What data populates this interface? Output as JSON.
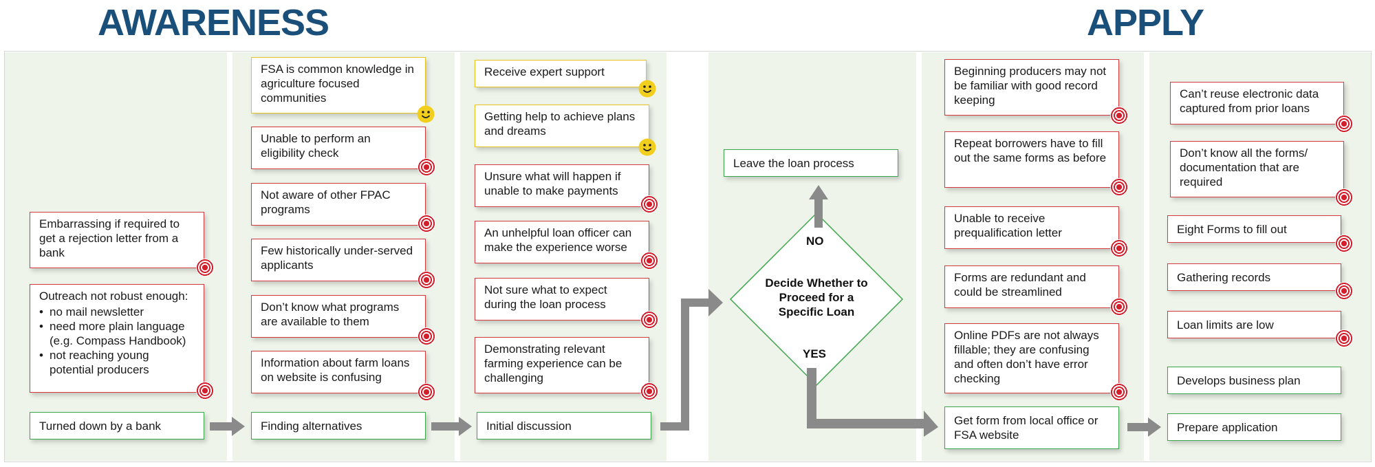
{
  "headings": {
    "awareness": "AWARENESS",
    "apply": "APPLY"
  },
  "icons": {
    "pain_point": "pain-point-target-icon",
    "positive": "smiley-face-icon",
    "flow": "gray-arrow-icon"
  },
  "colors": {
    "heading": "#1a4f7a",
    "pain_border": "#d23a40",
    "step_border": "#3aa64a",
    "positive_border": "#e8c31e",
    "arrow": "#8a8a8a",
    "column_bg": "#eef4ea"
  },
  "col1": {
    "pain1": "Embarrassing if required to get a rejection letter from a bank",
    "pain2_title": "Outreach not robust enough:",
    "pain2_items": [
      "no mail newsletter",
      "need more plain language (e.g. Compass Handbook)",
      "not reaching young potential producers"
    ],
    "step": "Turned down by a bank"
  },
  "col2": {
    "positive1": "FSA is common knowledge in agriculture focused communities",
    "pains": [
      "Unable to perform an eligibility check",
      "Not aware of other FPAC programs",
      "Few historically under-served applicants",
      "Don’t know what programs are available to them",
      "Information about farm loans on website is confusing"
    ],
    "step": "Finding alternatives"
  },
  "col3": {
    "positives": [
      "Receive expert support",
      "Getting help to achieve plans and dreams"
    ],
    "pains": [
      "Unsure what will happen if unable to make payments",
      "An unhelpful loan officer can make the experience worse",
      "Not sure what to expect during the loan process",
      "Demonstrating relevant farming experience can be challenging"
    ],
    "step": "Initial discussion"
  },
  "decision": {
    "leave": "Leave the loan process",
    "no": "NO",
    "yes": "YES",
    "question": "Decide Whether to Proceed for a Specific Loan"
  },
  "col5": {
    "pains": [
      "Beginning producers may not be familiar with good record keeping",
      "Repeat borrowers have to fill out the same forms as before",
      "Unable to receive prequalification letter",
      "Forms are redundant and could be streamlined",
      "Online PDFs are not always fillable; they are confusing and often don’t have error checking"
    ],
    "step": "Get form from local office or FSA website"
  },
  "col6": {
    "pains": [
      "Can’t reuse electronic data captured from prior loans",
      "Don’t know all the forms/ documentation that are required",
      "Eight Forms to fill out",
      "Gathering records",
      "Loan limits are low"
    ],
    "develops": "Develops business plan",
    "step": "Prepare application"
  }
}
